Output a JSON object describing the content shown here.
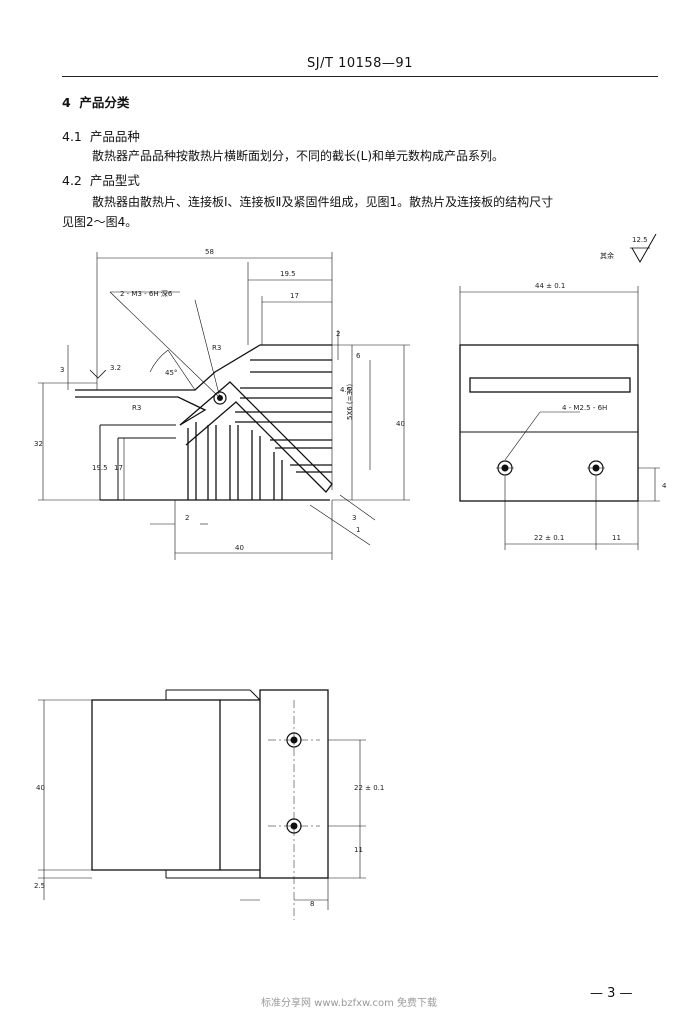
{
  "header": {
    "standard_number": "SJ/T 10158—91"
  },
  "section4": {
    "number": "4",
    "title": "产品分类"
  },
  "section41": {
    "number": "4.1",
    "title": "产品品种",
    "text": "散热器产品品种按散热片横断面划分，不同的截长(L)和单元数构成产品系列。"
  },
  "section42": {
    "number": "4.2",
    "title": "产品型式",
    "text_line1": "散热器由散热片、连接板Ⅰ、连接板Ⅱ及紧固件组成，见图1。散热片及连接板的结构尺寸",
    "text_line2": "见图2～图4。"
  },
  "drawing1": {
    "dim_top_58": "58",
    "dim_19_5": "19.5",
    "dim_17_top": "17",
    "dim_holes": "2 - M3 - 6H 深6",
    "dim_r3_top": "R3",
    "dim_3_2": "3.2",
    "dim_45": "45°",
    "dim_r3": "R3",
    "dim_2": "2",
    "dim_6": "6",
    "dim_4_5": "4.5",
    "dim_5x6": "5X6 (=30)",
    "dim_40_right": "40",
    "dim_32": "32",
    "dim_19_5_left": "19.5",
    "dim_17_left": "17",
    "dim_3_left": "3",
    "dim_2_bottom": "2",
    "dim_40_bottom": "40",
    "dim_3_diag": "3",
    "dim_1": "1"
  },
  "roughness": {
    "label": "其余",
    "value": "12.5"
  },
  "drawing2": {
    "dim_44": "44 ± 0.1",
    "dim_holes": "4 - M2.5 - 6H",
    "dim_22": "22 ± 0.1",
    "dim_11": "11",
    "dim_4": "4"
  },
  "drawing3": {
    "dim_40": "40",
    "dim_22": "22 ± 0.1",
    "dim_11": "11",
    "dim_2_5": "2.5",
    "dim_8": "8"
  },
  "page_number": "— 3 —",
  "watermark": "标准分享网 www.bzfxw.com 免费下载"
}
